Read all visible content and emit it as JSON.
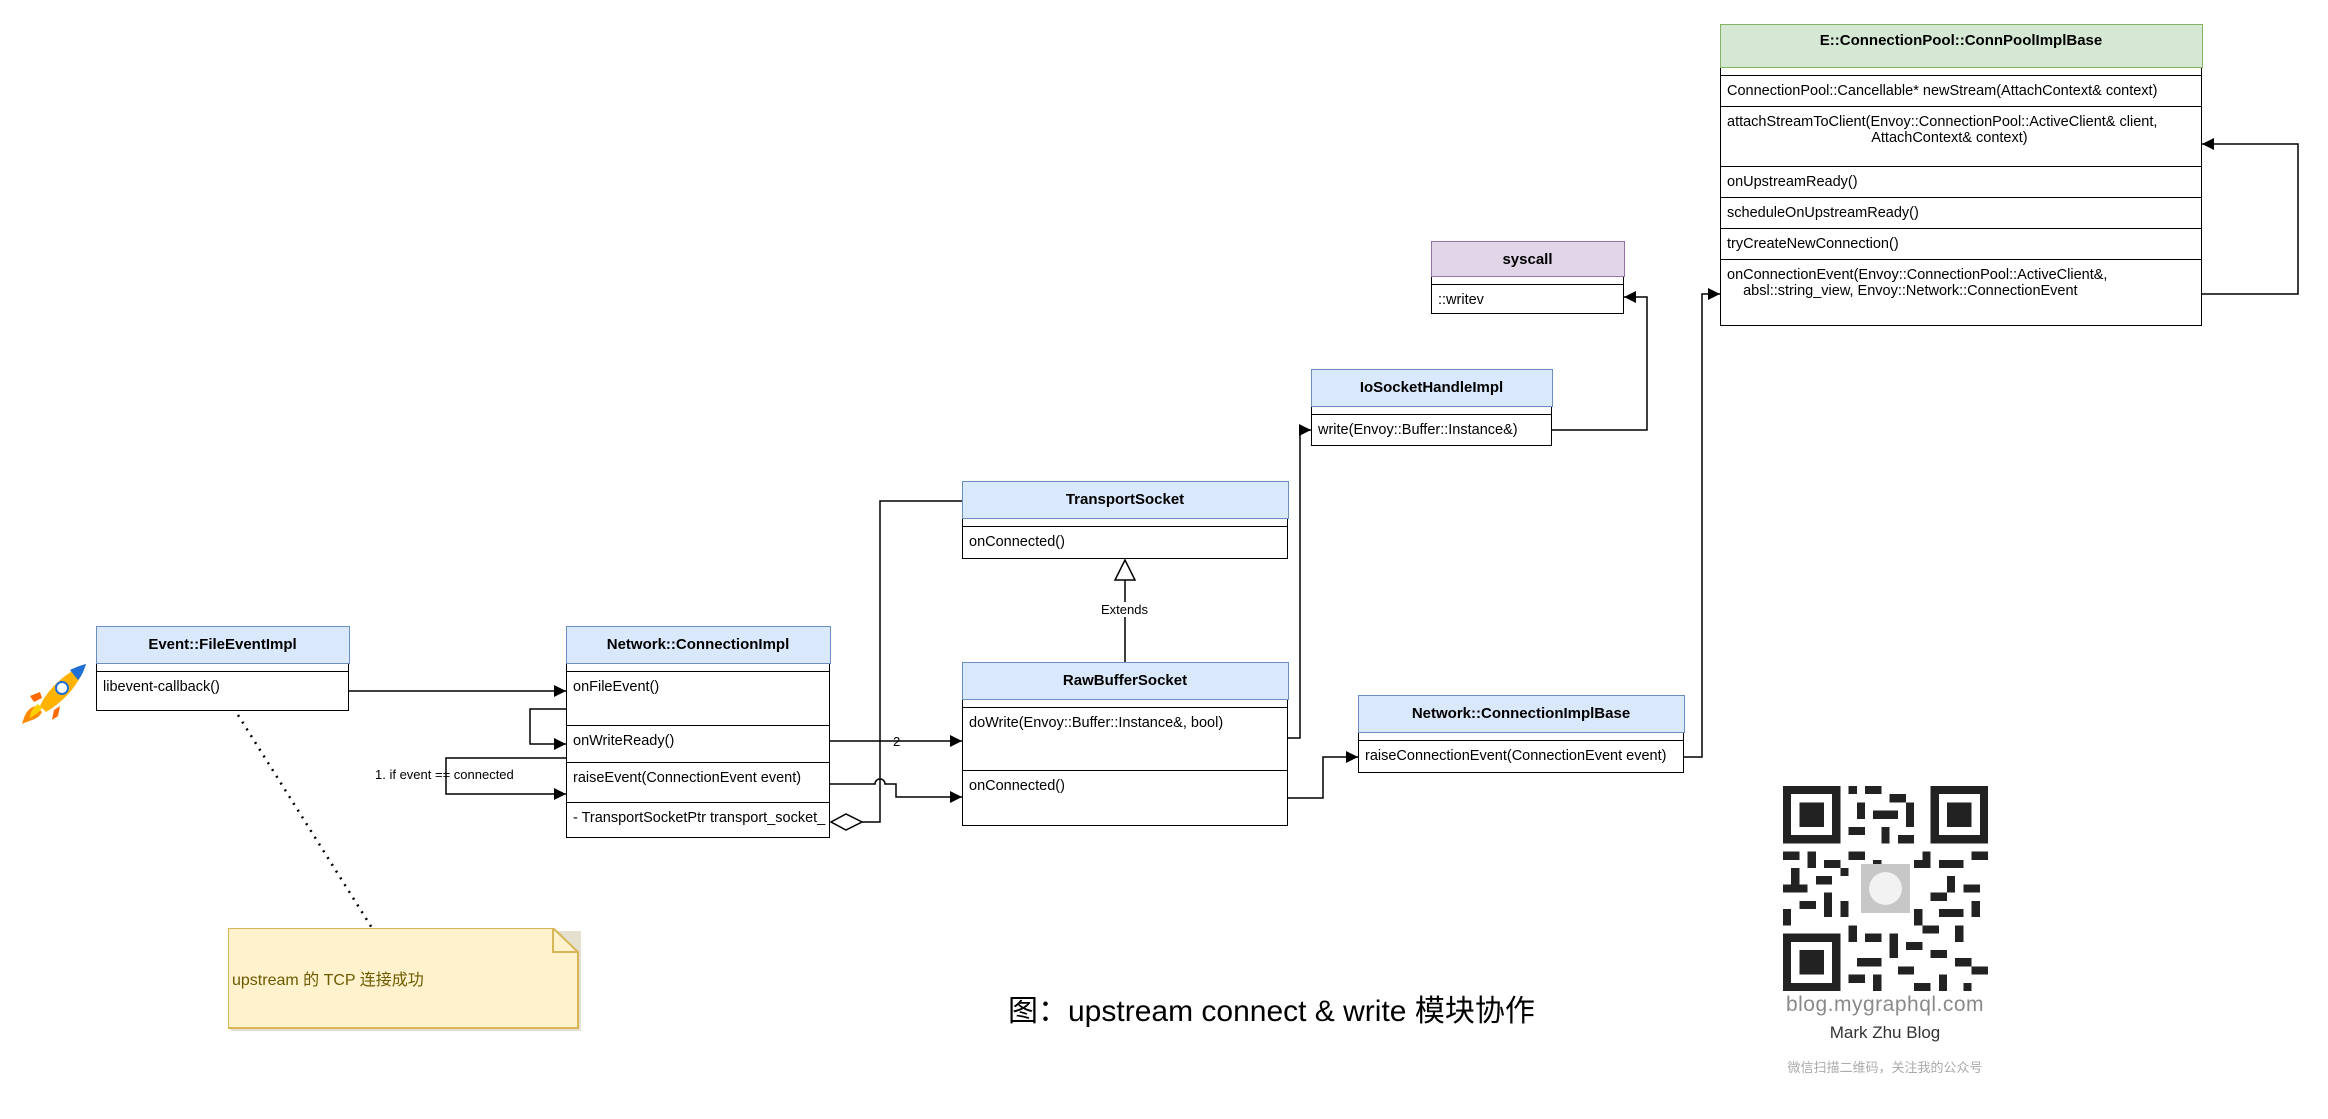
{
  "diagram": {
    "classes": {
      "file_event": {
        "name": "Event::FileEventImpl",
        "methods": [
          "libevent-callback()"
        ]
      },
      "connection_impl": {
        "name": "Network::ConnectionImpl",
        "methods": [
          "onFileEvent()",
          "onWriteReady()",
          "raiseEvent(ConnectionEvent event)",
          "- TransportSocketPtr transport_socket_"
        ]
      },
      "transport_socket": {
        "name": "TransportSocket",
        "methods": [
          "onConnected()"
        ]
      },
      "raw_buffer_socket": {
        "name": "RawBufferSocket",
        "methods": [
          "doWrite(Envoy::Buffer::Instance&, bool)",
          "onConnected()"
        ]
      },
      "io_socket_handle": {
        "name": "IoSocketHandleImpl",
        "methods": [
          "write(Envoy::Buffer::Instance&)"
        ]
      },
      "syscall": {
        "name": "syscall",
        "methods": [
          "::writev"
        ]
      },
      "connection_impl_base": {
        "name": "Network::ConnectionImplBase",
        "methods": [
          "raiseConnectionEvent(ConnectionEvent event)"
        ]
      },
      "conn_pool": {
        "name": "E::ConnectionPool::ConnPoolImplBase",
        "methods": [
          "ConnectionPool::Cancellable* newStream(AttachContext& context)",
          "attachStreamToClient(Envoy::ConnectionPool::ActiveClient& client,\n                                    AttachContext& context)",
          "onUpstreamReady()",
          "scheduleOnUpstreamReady()",
          "tryCreateNewConnection()",
          "onConnectionEvent(Envoy::ConnectionPool::ActiveClient&,\n    absl::string_view, Envoy::Network::ConnectionEvent"
        ]
      }
    },
    "edge_labels": {
      "extends": "Extends",
      "two": "2",
      "if_connected": "1. if event == connected"
    },
    "note": "upstream 的 TCP 连接成功",
    "caption": "图：upstream connect & write 模块协作",
    "watermark": {
      "url": "blog.mygraphql.com",
      "name": "Mark Zhu Blog",
      "tip": "微信扫描二维码，关注我的公众号"
    }
  },
  "colors": {
    "class_header": "#dae8fc",
    "syscall_header": "#e1d5e7",
    "pool_header": "#d5e8d4",
    "note_fill": "#fff2cc",
    "note_border": "#d6b656"
  }
}
